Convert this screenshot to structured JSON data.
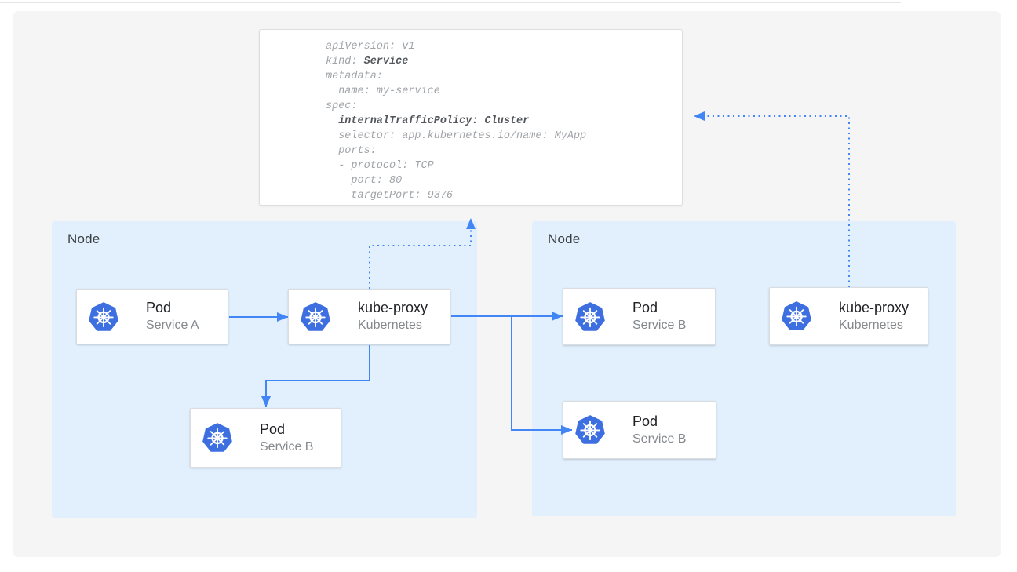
{
  "diagram": {
    "description": "Kubernetes Service internal traffic policy diagram",
    "colors": {
      "accent_blue": "#4285f4",
      "node_fill": "#e2f0fd",
      "panel_fill": "#f5f5f6",
      "card_border": "#d9dce0",
      "logo_blue": "#3d6fe0",
      "code_text": "#a0a4a8",
      "code_bold_text": "#53575b"
    }
  },
  "code_card": {
    "lines": [
      {
        "pre": "apiVersion: v1",
        "bold": ""
      },
      {
        "pre": "kind: ",
        "bold": "Service"
      },
      {
        "pre": "metadata:",
        "bold": ""
      },
      {
        "pre": "  name: my-service",
        "bold": ""
      },
      {
        "pre": "spec:",
        "bold": ""
      },
      {
        "pre": "  ",
        "bold": "internalTrafficPolicy: Cluster"
      },
      {
        "pre": "  selector: app.kubernetes.io/name: MyApp",
        "bold": ""
      },
      {
        "pre": "  ports:",
        "bold": ""
      },
      {
        "pre": "  - protocol: TCP",
        "bold": ""
      },
      {
        "pre": "    port: 80",
        "bold": ""
      },
      {
        "pre": "    targetPort: 9376",
        "bold": ""
      }
    ]
  },
  "nodes": {
    "left_label": "Node",
    "right_label": "Node"
  },
  "cards": {
    "pod_a": {
      "title": "Pod",
      "subtitle": "Service A",
      "icon": "kubernetes-icon"
    },
    "kube_proxy_left": {
      "title": "kube-proxy",
      "subtitle": "Kubernetes",
      "icon": "kubernetes-icon"
    },
    "pod_b_left": {
      "title": "Pod",
      "subtitle": "Service B",
      "icon": "kubernetes-icon"
    },
    "pod_b_right_top": {
      "title": "Pod",
      "subtitle": "Service B",
      "icon": "kubernetes-icon"
    },
    "pod_b_right_bottom": {
      "title": "Pod",
      "subtitle": "Service B",
      "icon": "kubernetes-icon"
    },
    "kube_proxy_right": {
      "title": "kube-proxy",
      "subtitle": "Kubernetes",
      "icon": "kubernetes-icon"
    }
  }
}
